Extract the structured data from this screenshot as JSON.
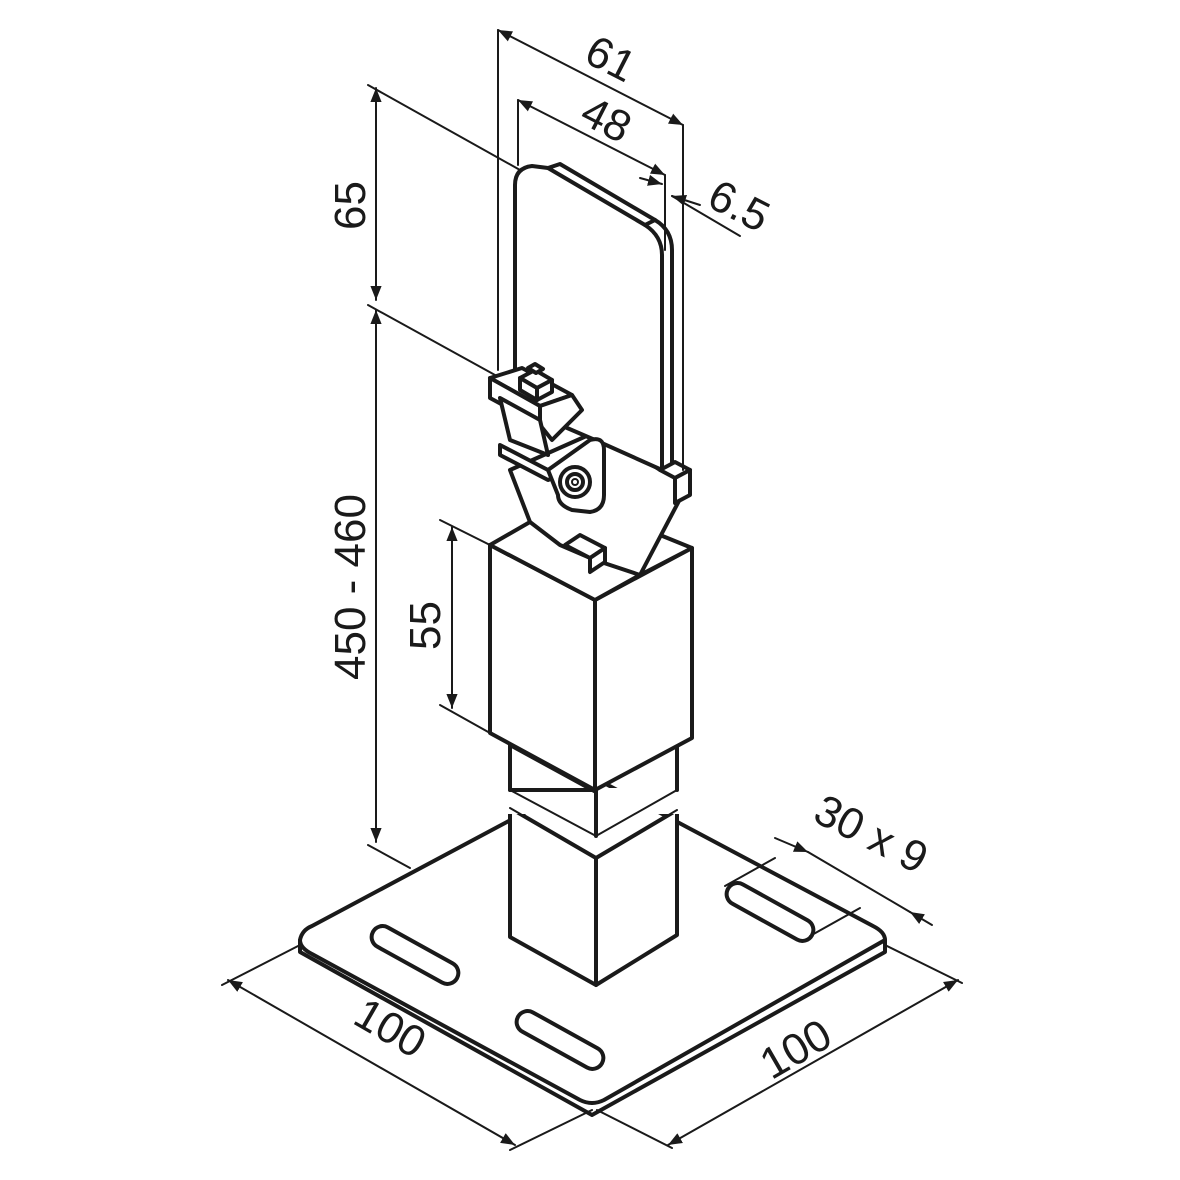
{
  "dimensions": {
    "width_top": "61",
    "width_inner": "48",
    "thickness": "6.5",
    "top_height": "65",
    "total_height": "450 - 460",
    "sleeve_height": "55",
    "slot_size": "30 x 9",
    "base_left": "100",
    "base_right": "100"
  }
}
